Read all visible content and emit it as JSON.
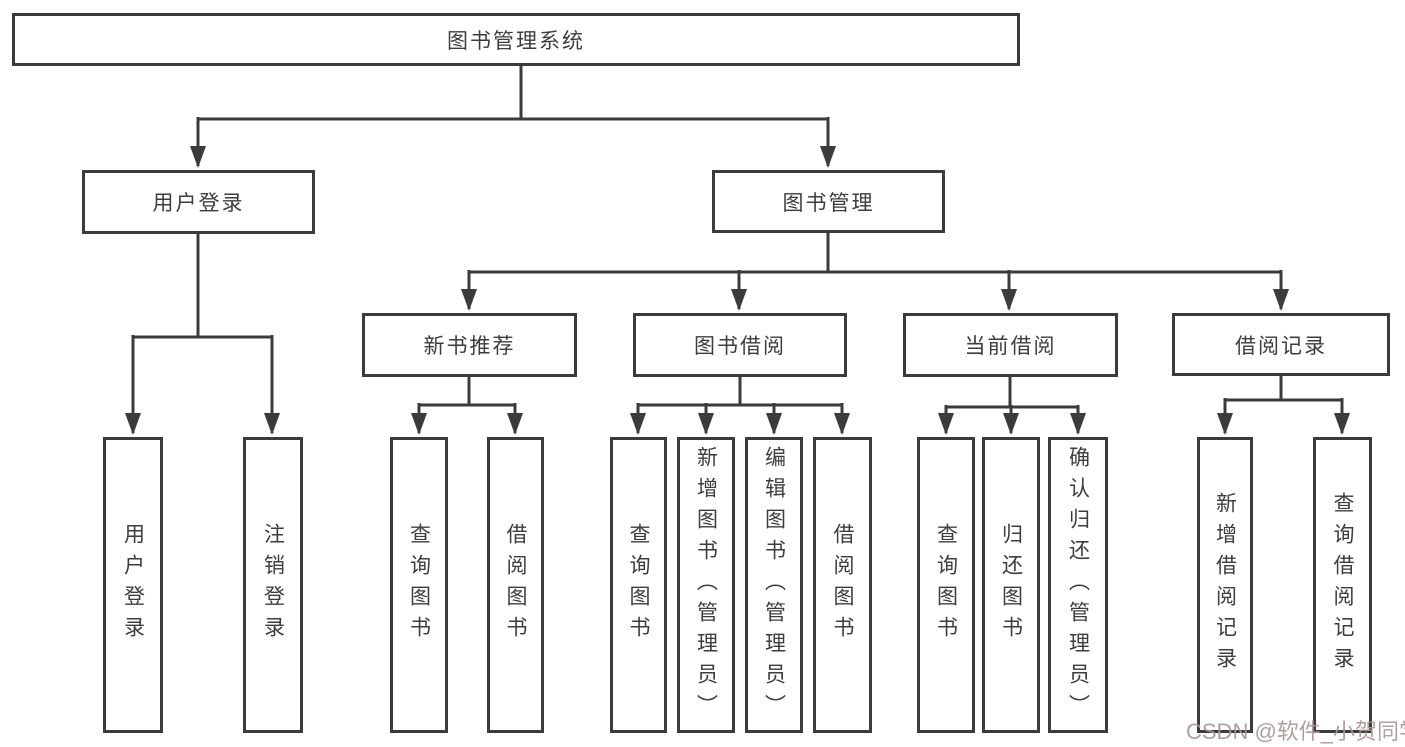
{
  "diagram": {
    "line_color": "#3b3b3b",
    "box_border_color": "#3b3b3b",
    "text_color": "#3d3d3d",
    "root": {
      "label": "图书管理系统",
      "children": [
        {
          "label": "用户登录",
          "children": [
            {
              "label": "用户登录"
            },
            {
              "label": "注销登录"
            }
          ]
        },
        {
          "label": "图书管理",
          "children": [
            {
              "label": "新书推荐",
              "children": [
                {
                  "label": "查询图书"
                },
                {
                  "label": "借阅图书"
                }
              ]
            },
            {
              "label": "图书借阅",
              "children": [
                {
                  "label": "查询图书"
                },
                {
                  "label": "新增图书（管理员）"
                },
                {
                  "label": "编辑图书（管理员）"
                },
                {
                  "label": "借阅图书"
                }
              ]
            },
            {
              "label": "当前借阅",
              "children": [
                {
                  "label": "查询图书"
                },
                {
                  "label": "归还图书"
                },
                {
                  "label": "确认归还（管理员）"
                }
              ]
            },
            {
              "label": "借阅记录",
              "children": [
                {
                  "label": "新增借阅记录"
                },
                {
                  "label": "查询借阅记录"
                }
              ]
            }
          ]
        }
      ]
    }
  },
  "watermark": {
    "text": "CSDN @软件_小贺同学",
    "color": "#ab9595"
  }
}
